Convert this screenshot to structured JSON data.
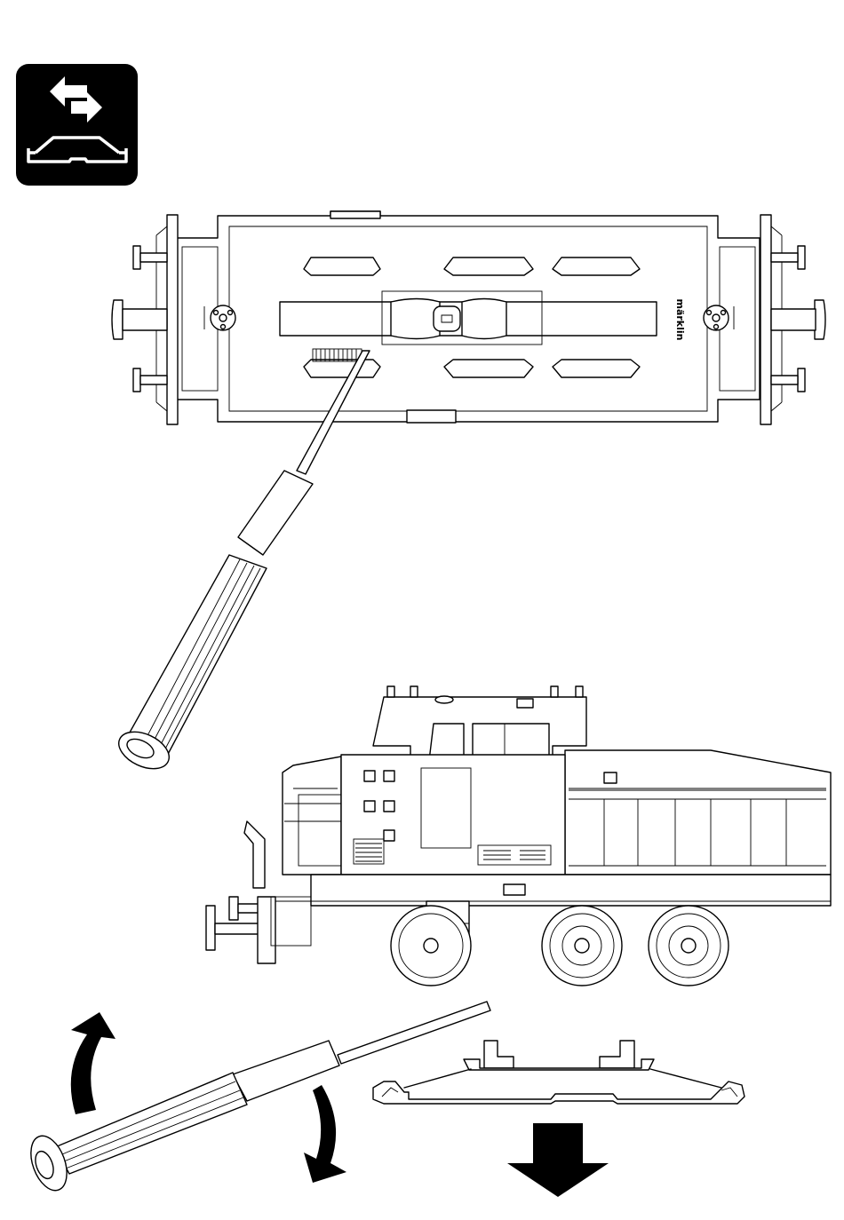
{
  "diagram": {
    "step_icon": {
      "name": "exchange-pickup-shoe-icon",
      "symbols": [
        "swap-arrows",
        "pickup-shoe"
      ],
      "background": "#000000",
      "foreground": "#ffffff"
    },
    "underside_view": {
      "brand_marking": "märklin"
    },
    "removal_arrows": {
      "direction": "down"
    },
    "colors": {
      "line": "#000000",
      "paper": "#ffffff"
    }
  }
}
